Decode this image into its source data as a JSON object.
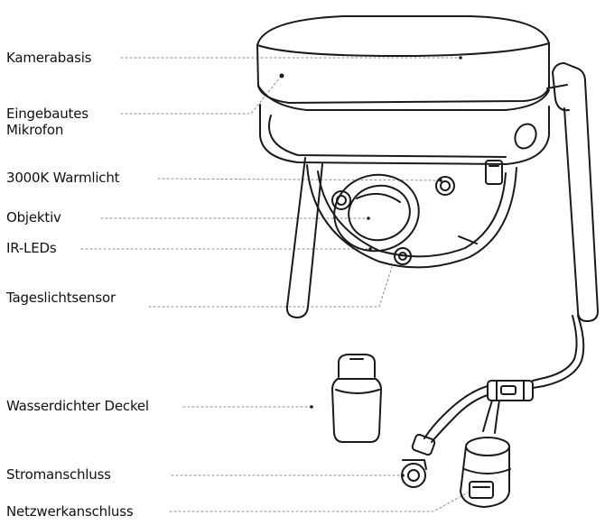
{
  "labels": {
    "base": "Kamerabasis",
    "mic_line1": "Eingebautes",
    "mic_line2": "Mikrofon",
    "warmlight": "3000K Warmlicht",
    "lens": "Objektiv",
    "irleds": "IR-LEDs",
    "daylight": "Tageslichtsensor",
    "cap": "Wasserdichter Deckel",
    "power": "Stromanschluss",
    "network": "Netzwerkanschluss"
  },
  "colors": {
    "line": "#1a1a1a",
    "leader": "#8a8a8a",
    "text": "#111111"
  }
}
